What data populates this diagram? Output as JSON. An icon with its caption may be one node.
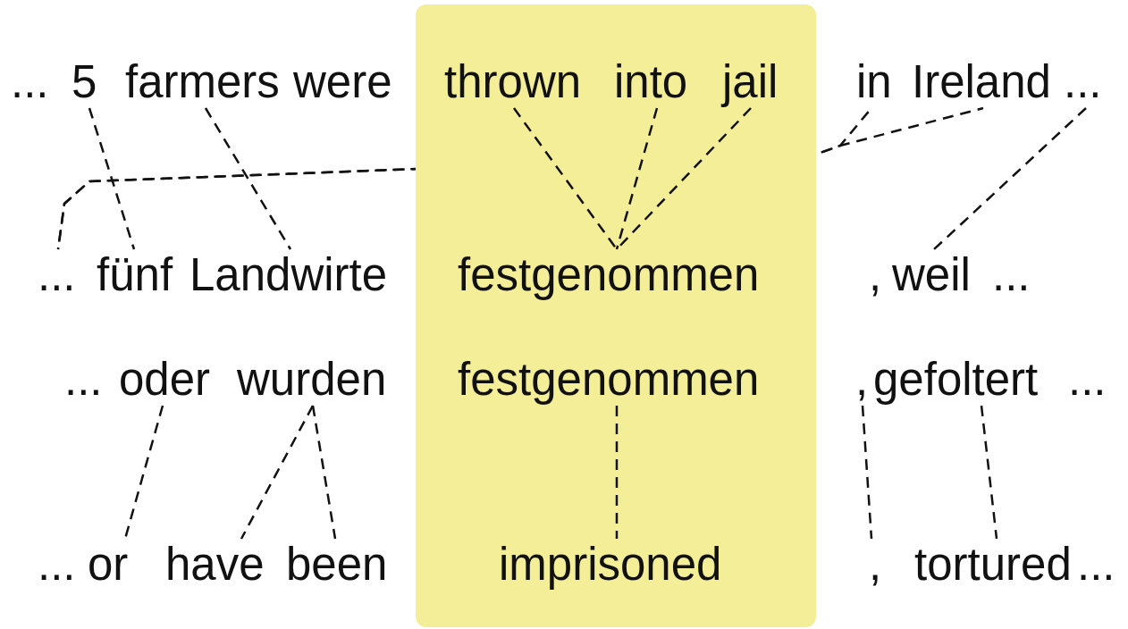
{
  "diagram": {
    "nodes": [
      {
        "text": [],
        "shape": "box"
      },
      {
        "text": [
          "..."
        ]
      },
      {
        "text": [
          "5"
        ]
      },
      {
        "text": [
          "farmers"
        ]
      },
      {
        "text": [
          "were"
        ]
      },
      {
        "text": [
          "thrown"
        ],
        "in": 0
      },
      {
        "text": [
          "into"
        ],
        "in": 0
      },
      {
        "text": [
          "jail"
        ],
        "in": 0
      },
      {
        "text": [
          "in"
        ]
      },
      {
        "text": [
          "Ireland"
        ]
      },
      {
        "text": [
          "..."
        ]
      },
      {
        "text": [
          "..."
        ]
      },
      {
        "text": [
          "fünf"
        ]
      },
      {
        "text": [
          "Landwirte"
        ]
      },
      {
        "text": [
          "festgenommen"
        ],
        "in": 0
      },
      {
        "text": [
          ","
        ]
      },
      {
        "text": [
          "weil"
        ]
      },
      {
        "text": [
          "..."
        ]
      },
      {
        "text": [
          "..."
        ]
      },
      {
        "text": [
          "oder"
        ]
      },
      {
        "text": [
          "wurden"
        ]
      },
      {
        "text": [
          "festgenommen"
        ],
        "in": 0
      },
      {
        "text": [
          ","
        ]
      },
      {
        "text": [
          "gefoltert"
        ]
      },
      {
        "text": [
          "..."
        ]
      },
      {
        "text": [
          "..."
        ]
      },
      {
        "text": [
          "or"
        ]
      },
      {
        "text": [
          "have"
        ]
      },
      {
        "text": [
          "been"
        ]
      },
      {
        "text": [
          "imprisoned"
        ],
        "in": 0
      },
      {
        "text": [
          ","
        ]
      },
      {
        "text": [
          "tortured"
        ]
      },
      {
        "text": [
          "..."
        ]
      }
    ],
    "edges": [
      {
        "from": 2,
        "to": 12,
        "arrow": "none",
        "style": "dashed"
      },
      {
        "from": 3,
        "to": 13,
        "arrow": "none",
        "style": "dashed"
      },
      {
        "from": 8,
        "to": 11,
        "arrow": "none",
        "style": "dashed"
      },
      {
        "from": 9,
        "to": 11,
        "arrow": "none",
        "style": "dashed"
      },
      {
        "from": 5,
        "to": 14,
        "arrow": "none",
        "style": "dashed"
      },
      {
        "from": 6,
        "to": 14,
        "arrow": "none",
        "style": "dashed"
      },
      {
        "from": 7,
        "to": 14,
        "arrow": "none",
        "style": "dashed"
      },
      {
        "from": 10,
        "to": 16,
        "arrow": "none",
        "style": "dashed"
      },
      {
        "from": 19,
        "to": 26,
        "arrow": "none",
        "style": "dashed"
      },
      {
        "from": 20,
        "to": 27,
        "arrow": "none",
        "style": "dashed"
      },
      {
        "from": 20,
        "to": 28,
        "arrow": "none",
        "style": "dashed"
      },
      {
        "from": 21,
        "to": 29,
        "arrow": "none",
        "style": "dashed"
      },
      {
        "from": 22,
        "to": 30,
        "arrow": "none",
        "style": "dashed"
      },
      {
        "from": 23,
        "to": 31,
        "arrow": "none",
        "style": "dashed"
      }
    ]
  }
}
